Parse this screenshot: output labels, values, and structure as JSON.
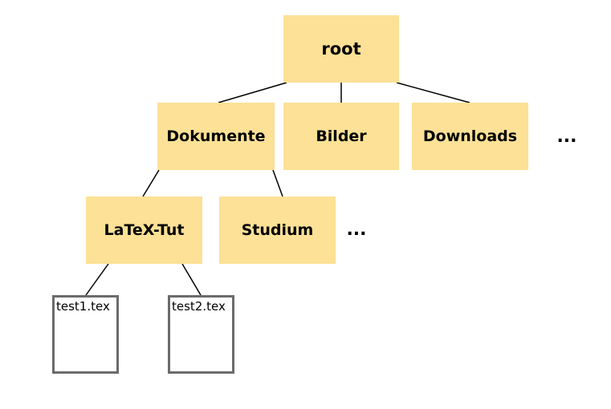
{
  "diagram": {
    "type": "tree",
    "description": "File system directory tree diagram",
    "colors": {
      "folder_fill": "#FCE196",
      "file_border": "#6B6B6B",
      "edge": "#000000",
      "text": "#000000",
      "background": "#FFFFFF"
    },
    "nodes": {
      "root": {
        "label": "root",
        "kind": "folder",
        "level": 1
      },
      "dokumente": {
        "label": "Dokumente",
        "kind": "folder",
        "level": 2
      },
      "bilder": {
        "label": "Bilder",
        "kind": "folder",
        "level": 2
      },
      "downloads": {
        "label": "Downloads",
        "kind": "folder",
        "level": 2
      },
      "more_level2": {
        "label": "...",
        "kind": "ellipsis",
        "level": 2
      },
      "latex_tut": {
        "label": "LaTeX-Tut",
        "kind": "folder",
        "level": 3
      },
      "studium": {
        "label": "Studium",
        "kind": "folder",
        "level": 3
      },
      "more_level3": {
        "label": "...",
        "kind": "ellipsis",
        "level": 3
      },
      "test1": {
        "label": "test1.tex",
        "kind": "file",
        "level": 4
      },
      "test2": {
        "label": "test2.tex",
        "kind": "file",
        "level": 4
      }
    },
    "edges": [
      {
        "from": "root",
        "to": "dokumente"
      },
      {
        "from": "root",
        "to": "bilder"
      },
      {
        "from": "root",
        "to": "downloads"
      },
      {
        "from": "dokumente",
        "to": "latex_tut"
      },
      {
        "from": "dokumente",
        "to": "studium"
      },
      {
        "from": "latex_tut",
        "to": "test1"
      },
      {
        "from": "latex_tut",
        "to": "test2"
      }
    ]
  }
}
